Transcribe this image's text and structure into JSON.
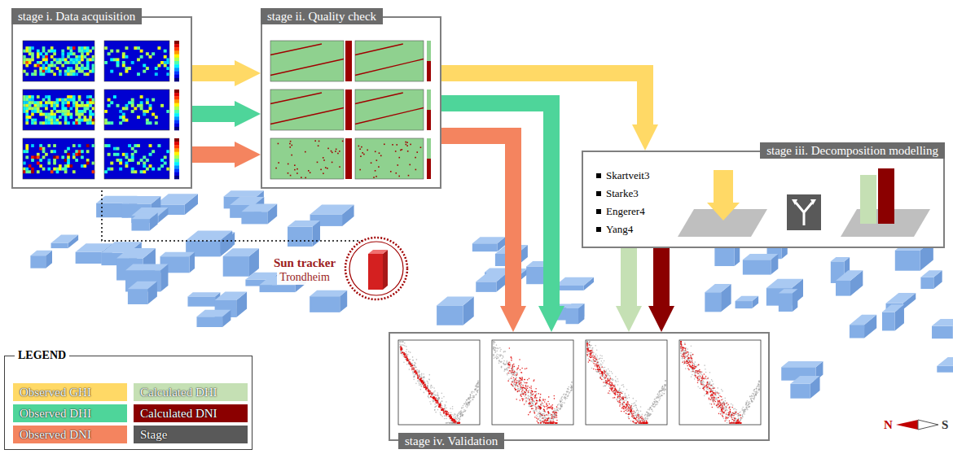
{
  "diagram": {
    "nodes": [
      {
        "text": [
          "stage i. Data acquisition"
        ]
      },
      {
        "text": [
          "stage ii. Quality check"
        ]
      },
      {
        "text": [
          "stage iii. Decomposition modelling"
        ]
      },
      {
        "text": [
          "Skartveit3",
          "Starke3",
          "Engerer4",
          "Yang4"
        ],
        "in": 2
      },
      {
        "text": [
          "stage iv. Validation"
        ]
      },
      {
        "text": [
          "Sun tracker",
          "Trondheim"
        ]
      }
    ],
    "edges": [
      {
        "from": 0,
        "to": 1,
        "arrow": "to"
      },
      {
        "from": 0,
        "to": 1,
        "arrow": "to"
      },
      {
        "from": 0,
        "to": 1,
        "arrow": "to"
      },
      {
        "from": 1,
        "to": 2,
        "arrow": "to"
      },
      {
        "from": 1,
        "to": 4,
        "arrow": "to"
      },
      {
        "from": 1,
        "to": 4,
        "arrow": "to"
      },
      {
        "from": 2,
        "to": 4,
        "arrow": "to"
      },
      {
        "from": 2,
        "to": 4,
        "arrow": "to"
      },
      {
        "from": 5,
        "to": 0,
        "arrow": "none"
      }
    ],
    "labels": [
      "LEGEND",
      "N",
      "S"
    ],
    "legend": [
      {
        "text": "Observed GHI",
        "color": "#ffd966"
      },
      {
        "text": "Calculated DHI",
        "color": "#c5e0b4"
      },
      {
        "text": "Observed DHI",
        "color": "#4ed59a"
      },
      {
        "text": "Calculated DNI",
        "color": "#8b0000"
      },
      {
        "text": "Observed DNI",
        "color": "#f4845f"
      },
      {
        "text": "Stage",
        "color": "#595959"
      }
    ]
  }
}
